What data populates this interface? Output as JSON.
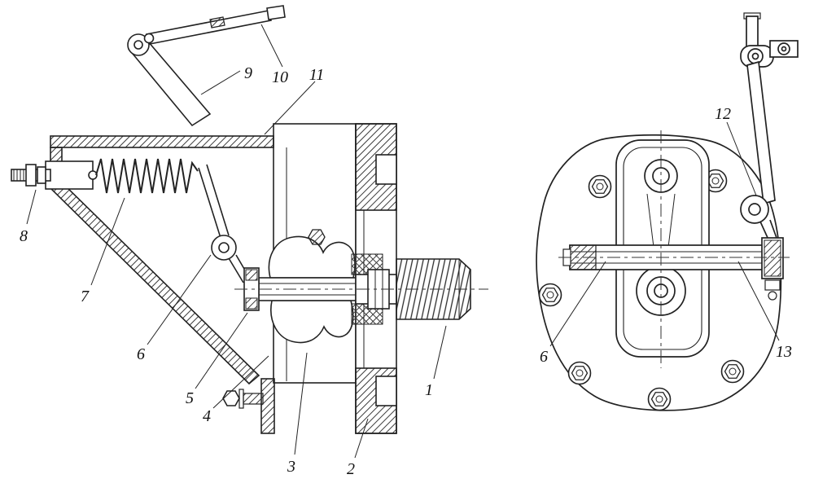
{
  "figure": {
    "kind": "engineering-section-drawing",
    "background": "#ffffff",
    "line_color": "#222222",
    "views": [
      {
        "name": "side-section-view"
      },
      {
        "name": "front-view"
      }
    ]
  },
  "labels": [
    {
      "text": "1"
    },
    {
      "text": "2"
    },
    {
      "text": "3"
    },
    {
      "text": "4"
    },
    {
      "text": "5"
    },
    {
      "text": "6"
    },
    {
      "text": "7"
    },
    {
      "text": "8"
    },
    {
      "text": "9"
    },
    {
      "text": "10"
    },
    {
      "text": "11"
    },
    {
      "text": "12"
    },
    {
      "text": "13"
    },
    {
      "text": "6"
    }
  ]
}
